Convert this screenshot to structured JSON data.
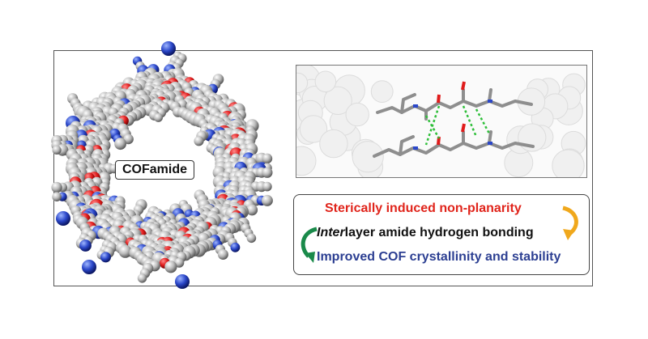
{
  "left_panel": {
    "label": "COFamide"
  },
  "inset": {
    "colors": {
      "carbon": "#a9a9a9",
      "oxygen": "#e01b1b",
      "nitrogen": "#2b47c9",
      "hbond": "#2fbf3a"
    }
  },
  "summary": {
    "line1": "Sterically induced non-planarity",
    "line2_italic": "Inter",
    "line2_rest": "layer amide hydrogen bonding",
    "line3": "Improved COF crystallinity and stability",
    "colors": {
      "red": "#e0241b",
      "black": "#111111",
      "blue": "#2c3f92",
      "arrow_orange": "#f0a81c",
      "arrow_green": "#1a8a4a"
    }
  }
}
